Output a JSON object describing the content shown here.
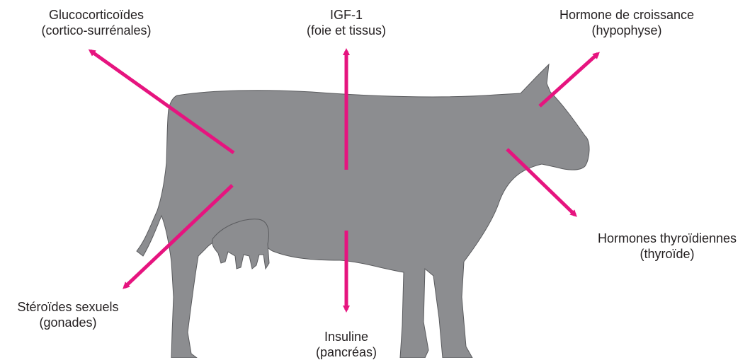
{
  "colors": {
    "arrow": "#e6147f",
    "silhouette": "#8c8d90",
    "outline": "#5a5b5e",
    "text": "#231f20"
  },
  "labels": {
    "glucocorticoides": {
      "line1": "Glucocorticoïdes",
      "line2": "(cortico-surrénales)"
    },
    "igf1": {
      "line1": "IGF-1",
      "line2": "(foie et tissus)"
    },
    "hormone_croissance": {
      "line1": "Hormone de croissance",
      "line2": "(hypophyse)"
    },
    "hormones_thyroidiennes": {
      "line1": "Hormones thyroïdiennes",
      "line2": "(thyroïde)"
    },
    "steroides_sexuels": {
      "line1": "Stéroïdes sexuels",
      "line2": "(gonades)"
    },
    "insuline": {
      "line1": "Insuline",
      "line2": "(pancréas)"
    }
  }
}
